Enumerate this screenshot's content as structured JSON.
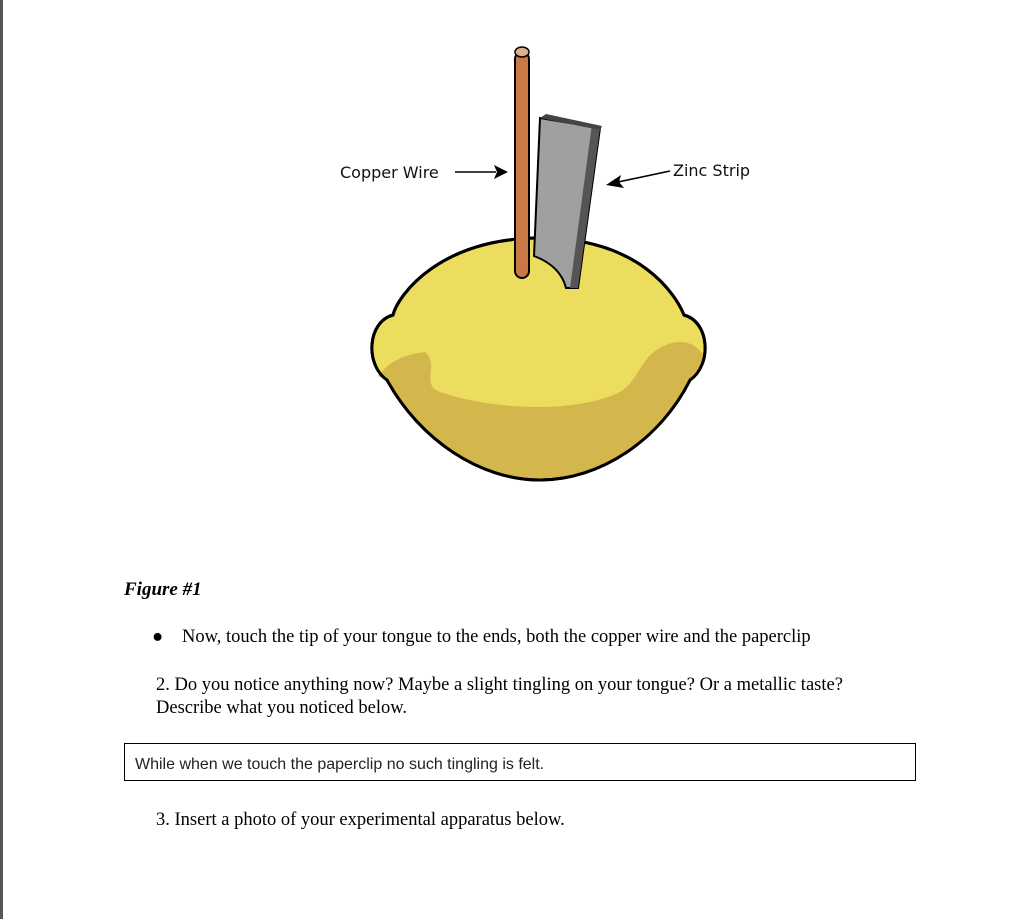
{
  "figure": {
    "labels": {
      "copper_wire": "Copper Wire",
      "zinc_strip": "Zinc Strip"
    },
    "colors": {
      "lemon_light": "#ECDD5E",
      "lemon_shadow": "#D3B64C",
      "copper": "#C87945",
      "zinc_front": "#A0A0A0",
      "zinc_side": "#555555"
    },
    "caption": "Figure #1"
  },
  "bullet": {
    "symbol": "●",
    "text": "Now, touch the tip of your tongue to the ends, both the copper wire and the paperclip"
  },
  "question2": {
    "text": "2.  Do you notice anything now?  Maybe a slight tingling on your tongue?  Or a metallic taste?  Describe what you noticed below."
  },
  "answer": {
    "text": "While when we touch the paperclip no such tingling is felt."
  },
  "question3": {
    "text": "3.  Insert a photo of your experimental apparatus below."
  }
}
